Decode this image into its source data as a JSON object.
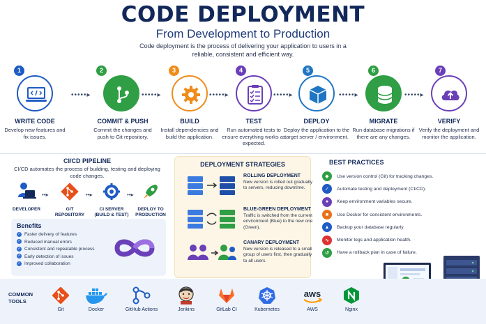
{
  "header": {
    "title": "CODE DEPLOYMENT",
    "subtitle": "From Development to Production",
    "intro": "Code deployment is the process of delivering your application to users in a reliable, consistent and efficient way."
  },
  "steps": [
    {
      "num": "1",
      "title": "WRITE CODE",
      "desc": "Develop new features and fix issues.",
      "color": "#1f5bc4",
      "icon": "laptop-code-icon"
    },
    {
      "num": "2",
      "title": "COMMIT & PUSH",
      "desc": "Commit the changes and push to Git repository.",
      "color": "#2f9e44",
      "icon": "git-branch-icon"
    },
    {
      "num": "3",
      "title": "BUILD",
      "desc": "Install dependencies and build the application.",
      "color": "#f08c1a",
      "icon": "gear-icon"
    },
    {
      "num": "4",
      "title": "TEST",
      "desc": "Run automated tests to ensure everything works as expected.",
      "color": "#6a3fb8",
      "icon": "checklist-icon"
    },
    {
      "num": "5",
      "title": "DEPLOY",
      "desc": "Deploy the application to the target server / environment.",
      "color": "#1f76c4",
      "icon": "package-icon"
    },
    {
      "num": "6",
      "title": "MIGRATE",
      "desc": "Run database migrations if there are any changes.",
      "color": "#2f9e44",
      "icon": "database-icon"
    },
    {
      "num": "7",
      "title": "VERIFY",
      "desc": "Verify the deployment and monitor the application.",
      "color": "#6a3fb8",
      "icon": "cloud-upload-icon"
    }
  ],
  "cicd": {
    "title": "CI/CD PIPELINE",
    "desc": "CI/CD automates the process of building, testing and deploying code changes.",
    "nodes": [
      "DEVELOPER",
      "GIT REPOSITORY",
      "CI SERVER (BUILD & TEST)",
      "DEPLOY TO PRODUCTION"
    ],
    "benefits_title": "Benefits",
    "benefits": [
      "Faster delivery of features",
      "Reduced manual errors",
      "Consistent and repeatable process",
      "Early detection of issues",
      "Improved collaboration"
    ]
  },
  "strategies": {
    "title": "DEPLOYMENT STRATEGIES",
    "items": [
      {
        "name": "ROLLING DEPLOYMENT",
        "desc": "New version is rolled out gradually to servers, reducing downtime."
      },
      {
        "name": "BLUE-GREEN DEPLOYMENT",
        "desc": "Traffic is switched from the current environment (Blue) to the new one (Green)."
      },
      {
        "name": "CANARY DEPLOYMENT",
        "desc": "New version is released to a small group of users first, then gradually to all users."
      }
    ]
  },
  "best_practices": {
    "title": "BEST PRACTICES",
    "items": [
      {
        "text": "Use version control (Git) for tracking changes.",
        "color": "#2f9e44",
        "icon": "git-icon"
      },
      {
        "text": "Automate testing and deployment (CI/CD).",
        "color": "#1f5bc4",
        "icon": "shield-icon"
      },
      {
        "text": "Keep environment variables secure.",
        "color": "#6a3fb8",
        "icon": "lock-icon"
      },
      {
        "text": "Use Docker for consistent environments.",
        "color": "#e8711a",
        "icon": "box-icon"
      },
      {
        "text": "Backup your database regularly.",
        "color": "#1f5bc4",
        "icon": "upload-icon"
      },
      {
        "text": "Monitor logs and application health.",
        "color": "#e03131",
        "icon": "chart-icon"
      },
      {
        "text": "Have a rollback plan in case of failure.",
        "color": "#2f9e44",
        "icon": "rollback-icon"
      }
    ]
  },
  "tools": {
    "title": "COMMON TOOLS",
    "items": [
      "Git",
      "Docker",
      "GitHub Actions",
      "Jenkins",
      "GitLab CI",
      "Kubernetes",
      "AWS",
      "Nginx"
    ]
  }
}
